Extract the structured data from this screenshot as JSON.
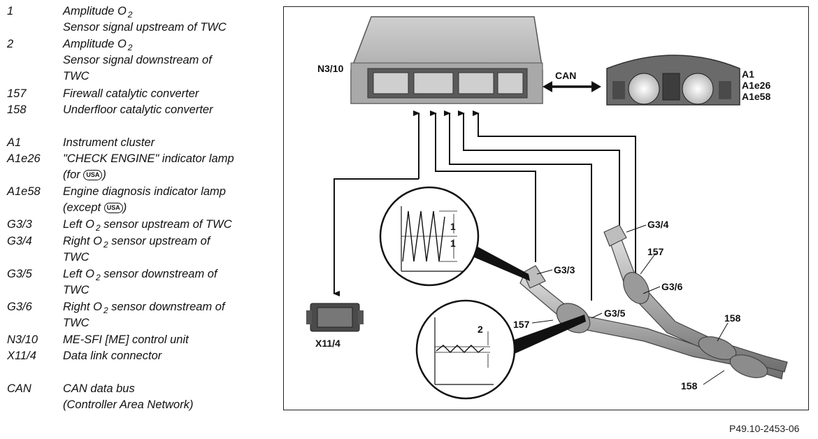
{
  "legend": [
    {
      "code": "1",
      "lines": [
        [
          "Amplitude O",
          "2",
          ""
        ],
        [
          "Sensor signal upstream of TWC",
          "",
          ""
        ]
      ]
    },
    {
      "code": "2",
      "lines": [
        [
          "Amplitude O",
          "2",
          ""
        ],
        [
          "Sensor signal downstream of",
          "",
          ""
        ],
        [
          "TWC",
          "",
          ""
        ]
      ]
    },
    {
      "code": "157",
      "lines": [
        [
          "Firewall catalytic converter",
          "",
          ""
        ]
      ]
    },
    {
      "code": "158",
      "lines": [
        [
          "Underfloor catalytic converter",
          "",
          ""
        ]
      ]
    },
    {
      "code": "A1",
      "lines": [
        [
          "Instrument cluster",
          "",
          ""
        ]
      ]
    },
    {
      "code": "A1e26",
      "lines": [
        [
          "\"CHECK ENGINE\" indicator lamp",
          "",
          ""
        ],
        [
          "(for ",
          "usa",
          ")"
        ]
      ]
    },
    {
      "code": "A1e58",
      "lines": [
        [
          "Engine diagnosis indicator lamp",
          "",
          ""
        ],
        [
          "(except ",
          "usa",
          ")"
        ]
      ]
    },
    {
      "code": "G3/3",
      "lines": [
        [
          "Left O",
          "2",
          " sensor upstream of TWC"
        ]
      ]
    },
    {
      "code": "G3/4",
      "lines": [
        [
          "Right O",
          "2",
          " sensor upstream of"
        ],
        [
          "TWC",
          "",
          ""
        ]
      ]
    },
    {
      "code": "G3/5",
      "lines": [
        [
          "Left O",
          "2",
          " sensor downstream of"
        ],
        [
          "TWC",
          "",
          ""
        ]
      ]
    },
    {
      "code": "G3/6",
      "lines": [
        [
          "Right O",
          "2",
          " sensor downstream of"
        ],
        [
          "TWC",
          "",
          ""
        ]
      ]
    },
    {
      "code": "N3/10",
      "lines": [
        [
          "ME-SFI [ME] control unit",
          "",
          ""
        ]
      ]
    },
    {
      "code": "X11/4",
      "lines": [
        [
          "Data link connector",
          "",
          ""
        ]
      ]
    },
    {
      "code": "CAN",
      "lines": [
        [
          "CAN data bus",
          "",
          ""
        ],
        [
          "(Controller Area Network)",
          "",
          ""
        ]
      ]
    }
  ],
  "usa_badge": "USA",
  "diagram": {
    "n3_10": "N3/10",
    "can": "CAN",
    "a1": "A1",
    "a1e26": "A1e26",
    "a1e58": "A1e58",
    "x11_4": "X11/4",
    "g3_3": "G3/3",
    "g3_4": "G3/4",
    "g3_5": "G3/5",
    "g3_6": "G3/6",
    "l157_left": "157",
    "l157_right": "157",
    "l158_top": "158",
    "l158_bottom": "158",
    "amp1": "1",
    "amp2": "2"
  },
  "caption": "P49.10-2453-06"
}
